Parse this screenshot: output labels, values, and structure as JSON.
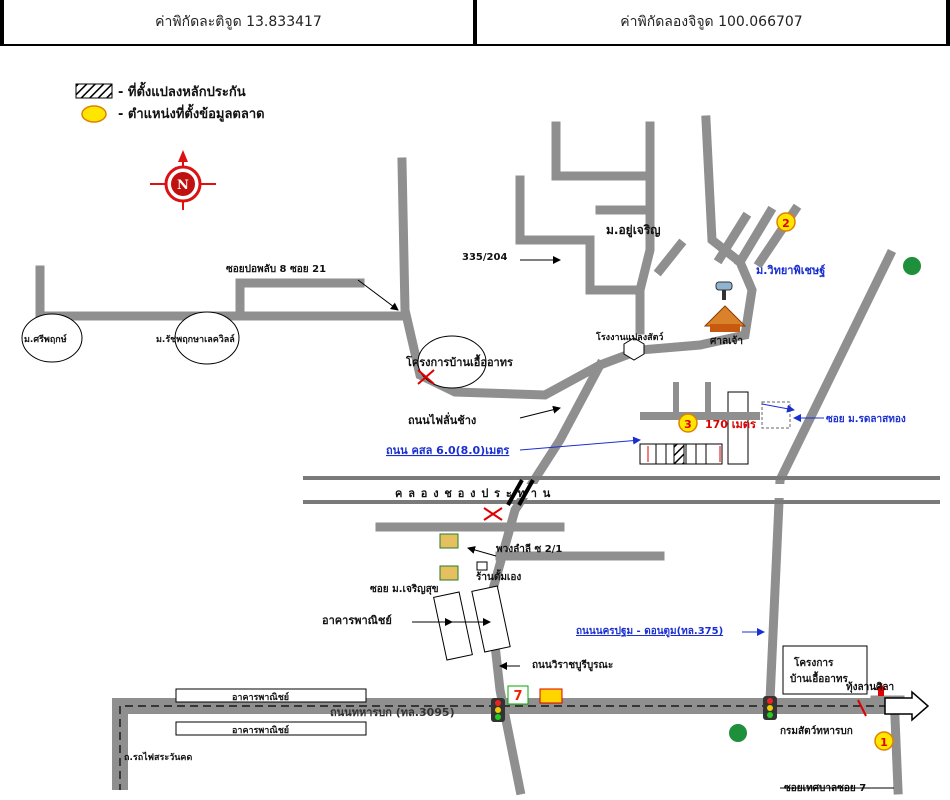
{
  "coords": {
    "lat": "ค่าพิกัดละติจูด 13.833417",
    "lon": "ค่าพิกัดลองจิจูด 100.066707"
  },
  "legend": {
    "plot": "- ที่ตั้งแปลงหลักประกัน",
    "market": "- ตำแหน่งที่ตั้งข้อมูลตลาด"
  },
  "compass": {
    "letter": "N"
  },
  "labels": {
    "village_top": "ม.อยู่เจริญ",
    "addr": "335/204",
    "village_blue": "ม.วิทยาพิเชษฐ์",
    "soi_plub": "ซอยปอพลับ 8 ซอย 21",
    "sriphruk": "ม.ศรีพฤกษ์",
    "ratchaphruek": "ม.รัชพฤกษาเลควิลล์",
    "factory": "โรงงานแปลงสัตว์",
    "shrine": "ศาลเจ้า",
    "project_left": "โครงการบ้านเอื้ออาทร",
    "rd_fai": "ถนนไฟลั่นช้าง",
    "rd_concrete": "ถนน คสล 6.0(8.0)เมตร",
    "distance": "170 เมตร",
    "soi_right": "ซอย ม.รดลาสทอง",
    "canal": "ค ล อ ง ช อ ง ป ร ะ ท า น",
    "phuang": "พวงลำลี ซ 2/1",
    "shop": "ร้านตั้มเอง",
    "soi_charoen": "ซอย ม.เจริญสุข",
    "bldg_left": "อาคารพาณิชย์",
    "rd_nakhon": "ถนนนครปฐม - ดอนตูม(ทล.375)",
    "rd_wiraj": "ถนนวิราชบูรีบูรณะ",
    "project_right_1": "โครงการ",
    "project_right_2": "บ้านเอื้ออาทร",
    "school": "ทุ้งลานศิลา",
    "bldg_top": "อาคารพาณิชย์",
    "main_road": "ถนนทหารบก (ทล.3095)",
    "bldg_bottom": "อาคารพาณิชย์",
    "army": "กรมสัตว์ทหารบก",
    "railway": "ถ.รถไฟสระวันคด",
    "soi_thesaban": "ซอยเทศบาลซอย 7",
    "seven": "7"
  },
  "markers": [
    "1",
    "2",
    "3"
  ],
  "colors": {
    "road": "#8f8f8f",
    "blue": "#1a2fd1",
    "marker": "#ffe600",
    "compass": "#d11"
  }
}
